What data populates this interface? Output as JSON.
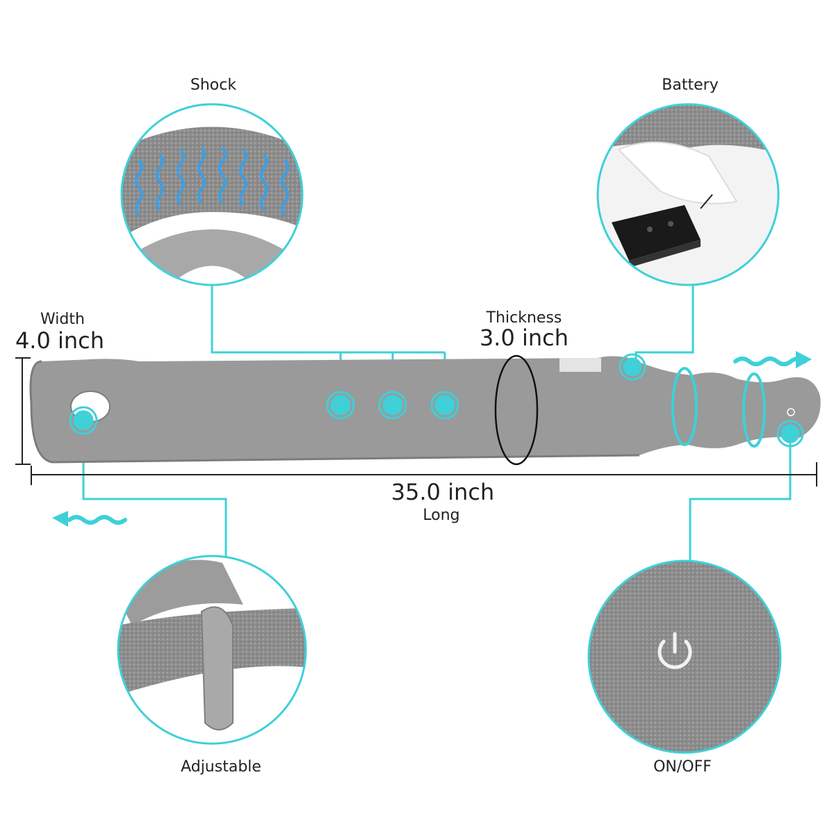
{
  "callouts": {
    "shock": "Shock",
    "battery": "Battery",
    "adjustable": "Adjustable",
    "on_off": "ON/OFF"
  },
  "dimensions": {
    "width_label": "Width",
    "width_value": "4.0 inch",
    "thickness_label": "Thickness",
    "thickness_value": "3.0 inch",
    "length_value": "35.0 inch",
    "length_label": "Long"
  },
  "colors": {
    "accent": "#3fd0d8",
    "pillow": "#9a9a9a",
    "pillow_dark": "#7c7c7c",
    "fabric_light": "#b3b3b3"
  },
  "icons": [
    "power-icon",
    "wave-arrow-right-icon",
    "wave-arrow-left-icon",
    "battery-box-icon",
    "hotspot-icon"
  ]
}
